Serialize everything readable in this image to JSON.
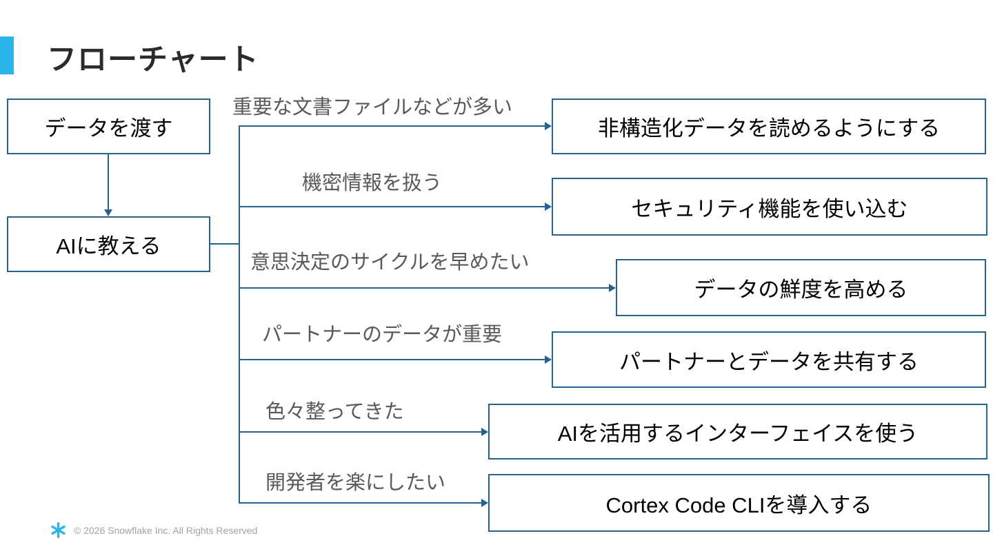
{
  "slide": {
    "title": "フローチャート",
    "colors": {
      "accent": "#29B5E8",
      "flow_line": "#26618C",
      "branch_label": "#595959",
      "box_text": "#000000",
      "footer_text": "#a3a3a3"
    }
  },
  "flow": {
    "start_box": "データを渡す",
    "hub_box": "AIに教える",
    "branches": [
      {
        "label": "重要な文書ファイルなどが多い",
        "box": "非構造化データを読めるようにする"
      },
      {
        "label": "機密情報を扱う",
        "box": "セキュリティ機能を使い込む"
      },
      {
        "label": "意思決定のサイクルを早めたい",
        "box": "データの鮮度を高める"
      },
      {
        "label": "パートナーのデータが重要",
        "box": "パートナーとデータを共有する"
      },
      {
        "label": "色々整ってきた",
        "box": "AIを活用するインターフェイスを使う"
      },
      {
        "label": "開発者を楽にしたい",
        "box": "Cortex Code CLIを導入する"
      }
    ]
  },
  "footer": {
    "logo": "snowflake-logo",
    "copyright": "© 2026 Snowflake Inc. All Rights Reserved"
  }
}
